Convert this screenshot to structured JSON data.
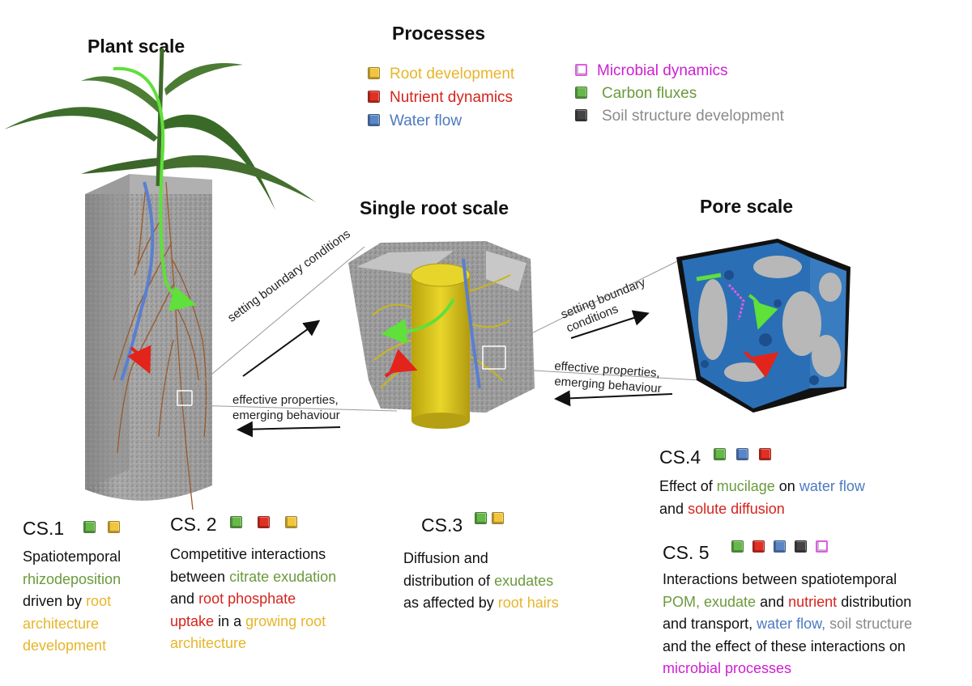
{
  "titles": {
    "plant_scale": "Plant scale",
    "processes": "Processes",
    "single_root_scale": "Single root scale",
    "pore_scale": "Pore scale"
  },
  "legend": [
    {
      "label": "Root  development",
      "color": "#f2c53d",
      "text_color": "#e7b52a"
    },
    {
      "label": "Nutrient dynamics",
      "color": "#e03024",
      "text_color": "#d5241d"
    },
    {
      "label": "Water flow",
      "color": "#5a86c8",
      "text_color": "#4c7ac0"
    },
    {
      "label": "Microbial dynamics",
      "color": "#e05ae6",
      "text_color": "#cc1fd2"
    },
    {
      "label": "Carbon fluxes",
      "color": "#67b84a",
      "text_color": "#6a9a3c"
    },
    {
      "label": "Soil structure development",
      "color": "#444444",
      "text_color": "#8a8a8a"
    }
  ],
  "arrows": {
    "plant_to_root_up": "setting boundary conditions",
    "root_to_plant_down_line1": "effective properties,",
    "root_to_plant_down_line2": "emerging behaviour",
    "root_to_pore_up": "setting boundary conditions",
    "pore_to_root_line1": "effective properties,",
    "pore_to_root_line2": "emerging behaviour"
  },
  "case_studies": {
    "cs1": {
      "label": "CS.1",
      "cubes": [
        "#67b84a",
        "#f2c53d"
      ],
      "text": {
        "l1": "Spatiotemporal",
        "l2": "rhizodeposition",
        "l3": "driven by",
        "l3b": "root",
        "l4": "architecture",
        "l5": "development"
      }
    },
    "cs2": {
      "label": "CS. 2",
      "cubes": [
        "#67b84a",
        "#e03024",
        "#f2c53d"
      ],
      "text": {
        "l1": "Competitive interactions",
        "l2a": "between",
        "l2b": "citrate exudation",
        "l3a": "and",
        "l3b": "root phosphate",
        "l4a": "uptake",
        "l4b": "in a",
        "l4c": "growing root",
        "l5": "architecture"
      }
    },
    "cs3": {
      "label": "CS.3",
      "cubes": [
        "#67b84a",
        "#f2c53d"
      ],
      "text": {
        "l1": "Diffusion and",
        "l2a": "distribution of",
        "l2b": "exudates",
        "l3a": "as affected by",
        "l3b": "root hairs"
      }
    },
    "cs4": {
      "label": "CS.4",
      "cubes": [
        "#67b84a",
        "#5a86c8",
        "#e03024"
      ],
      "text": {
        "l1a": "Effect of",
        "l1b": "mucilage",
        "l1c": "on",
        "l1d": "water flow",
        "l2a": "and",
        "l2b": "solute diffusion"
      }
    },
    "cs5": {
      "label": "CS. 5",
      "cubes": [
        "#67b84a",
        "#e03024",
        "#5a86c8",
        "#444444",
        "#e05ae6"
      ],
      "text": {
        "l1": "Interactions between spatiotemporal",
        "l2a": "POM, exudate",
        "l2b": "and",
        "l2c": "nutrient",
        "l2d": "distribution",
        "l3a": "and transport,",
        "l3b": "water flow,",
        "l3c": "soil structure",
        "l4": "and the effect of these interactions on",
        "l5": "microbial processes"
      }
    }
  }
}
